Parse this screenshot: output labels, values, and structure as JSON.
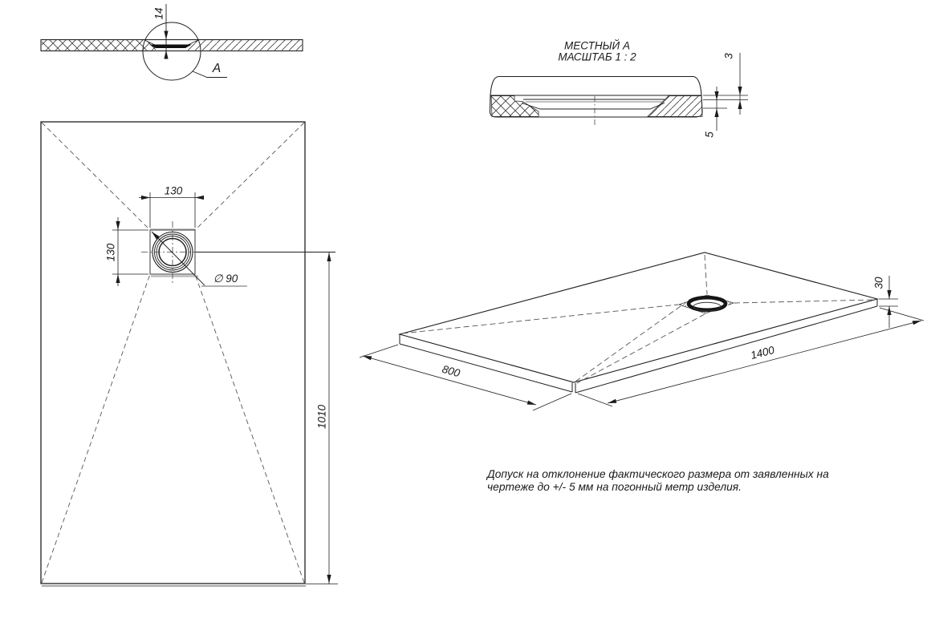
{
  "section_view": {
    "dim_thickness": "14",
    "detail_label": "A"
  },
  "detail_view": {
    "title_line1": "МЕСТНЫЙ А",
    "title_line2": "МАСШТАБ 1 : 2",
    "dim_lip": "3",
    "dim_depth": "5"
  },
  "plan_view": {
    "dim_drain_width": "130",
    "dim_drain_height": "130",
    "dim_drain_diameter": "∅ 90",
    "dim_center_to_edge": "1010"
  },
  "iso_view": {
    "dim_width": "800",
    "dim_length": "1400",
    "dim_height": "30"
  },
  "note": {
    "line1": "Допуск на отклонение фактического размера от заявленных на",
    "line2": "чертеже до +/- 5 мм на погонный метр изделия."
  },
  "colors": {
    "line": "#1f1f1f",
    "shadow": "#ababab",
    "background": "#ffffff"
  }
}
